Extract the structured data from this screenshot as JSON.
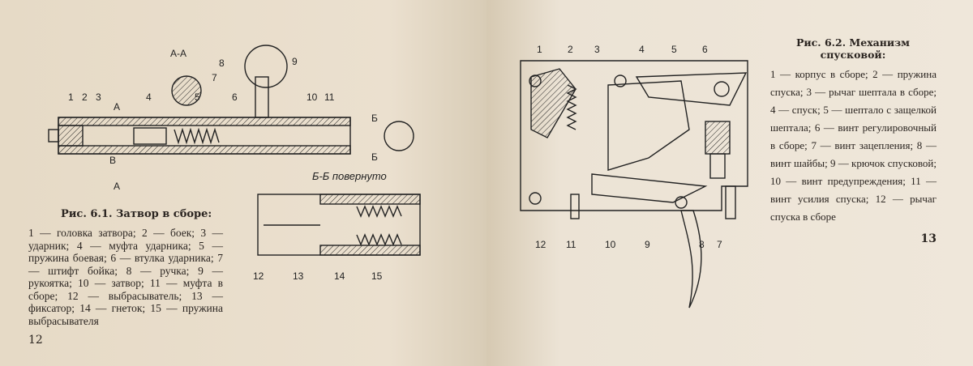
{
  "left_page": {
    "figure_caption": "Рис. 6.1. Затвор в сборе:",
    "legend": "1 — головка затвора; 2 — боек; 3 — ударник; 4 — муфта ударника; 5 — пружина боевая; 6 — втулка ударника; 7 — штифт бойка; 8 — ручка; 9 — рукоятка; 10 — затвор; 11 — муфта в сборе; 12 — выбрасыватель; 13 — фиксатор; 14 — гнеток; 15 — пружина выбрасывателя",
    "section_labels": {
      "aa": "А-А",
      "a": "А",
      "v": "В",
      "b": "Б",
      "bb": "Б-Б повернуто"
    },
    "callouts_top": [
      "1",
      "2",
      "3",
      "4",
      "5",
      "6",
      "7",
      "8",
      "9",
      "10",
      "11"
    ],
    "callouts_bottom": [
      "12",
      "13",
      "14",
      "15"
    ],
    "page_number": "12"
  },
  "right_page": {
    "figure_caption": "Рис. 6.2. Механизм спусковой:",
    "legend": "1 — корпус в сборе; 2 — пружина спуска; 3 — рычаг шептала в сборе; 4 — спуск; 5 — шептало с защелкой шептала; 6 — винт регулировочный в сборе; 7 — винт зацепления; 8 — винт шайбы; 9 — крючок спусковой; 10 — винт предупреждения; 11 — винт усилия спуска; 12 — рычаг спуска в сборе",
    "callouts_top": [
      "1",
      "2",
      "3",
      "4",
      "5",
      "6"
    ],
    "callouts_bottom": [
      "12",
      "11",
      "10",
      "9",
      "8",
      "7"
    ],
    "page_number": "13"
  }
}
